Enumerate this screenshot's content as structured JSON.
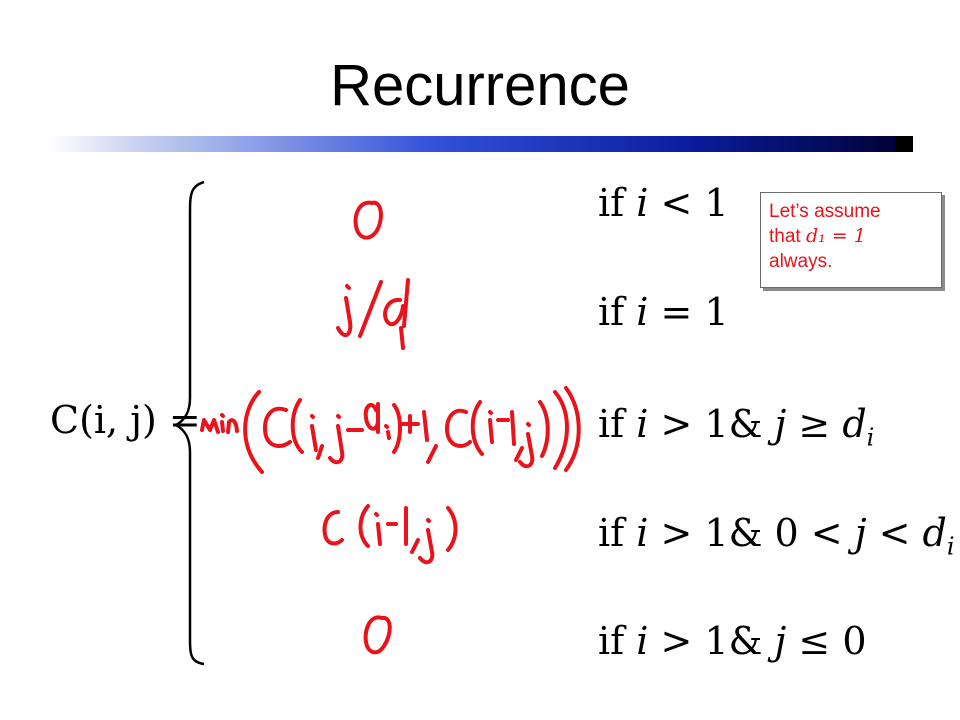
{
  "slide": {
    "title": "Recurrence",
    "lhs": "C(i, j) =",
    "conditions": [
      "if i < 1",
      "if i = 1",
      "if i > 1 & j ≥ d_i",
      "if i > 1 & 0 < j < d_i",
      "if i > 1 & j ≤ 0"
    ],
    "handwritten_cases": [
      "0",
      "j/d1",
      "min(C(i, j-di)+1, C(i-1, j))",
      "C(i-1, j)",
      "0"
    ],
    "note": {
      "line1": "Let’s assume",
      "line2_prefix": "that",
      "line2_math": "d₁ = 1",
      "line3": "always."
    }
  },
  "colors": {
    "handwriting": "#e8131b",
    "note_text": "#e8131b",
    "rule_dark": "#0a1b9a"
  }
}
